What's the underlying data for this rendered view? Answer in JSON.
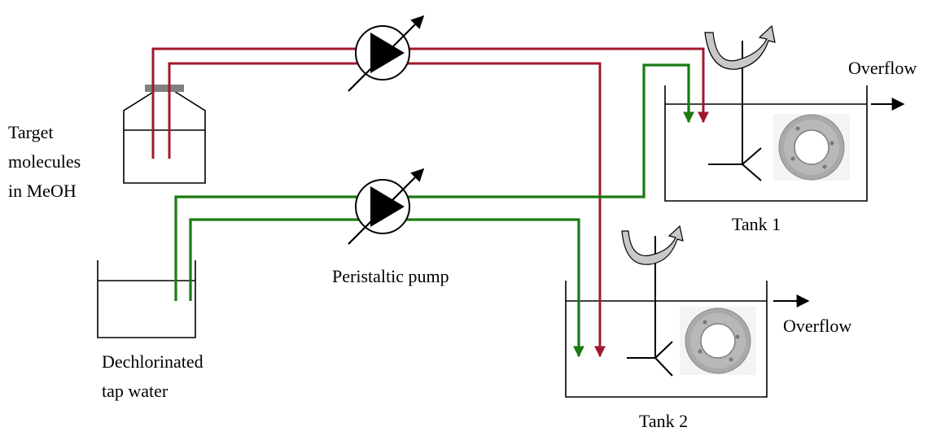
{
  "labels": {
    "target_molecules": [
      "Target",
      "molecules",
      "in MeOH"
    ],
    "tap_water": [
      "Dechlorinated",
      "tap water"
    ],
    "pump": "Peristaltic pump",
    "tank1": "Tank 1",
    "tank2": "Tank 2",
    "overflow1": "Overflow",
    "overflow2": "Overflow"
  },
  "colors": {
    "methanol_line": "#a0182e",
    "water_line": "#1a7a12",
    "outline": "#000000",
    "bottle_cap": "#808080",
    "stirrer_arrow": "#c8c8c8"
  },
  "icons": [
    "pump-icon",
    "stirrer-arrow-icon",
    "washer-sample-icon"
  ]
}
